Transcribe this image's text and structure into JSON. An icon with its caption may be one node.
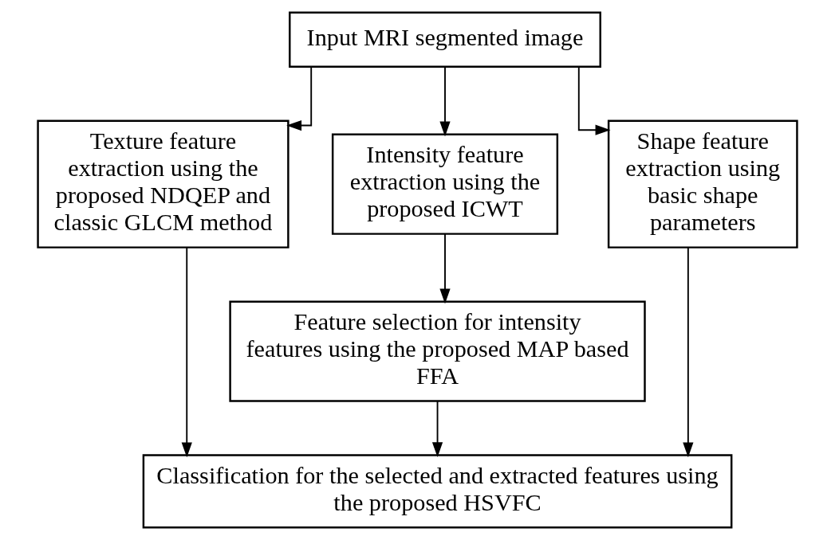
{
  "diagram": {
    "nodes": [
      {
        "text": [
          "Input MRI segmented image"
        ]
      },
      {
        "text": [
          "Texture feature extraction using the proposed NDQEP and classic GLCM method"
        ]
      },
      {
        "text": [
          "Intensity feature extraction using the proposed ICWT"
        ]
      },
      {
        "text": [
          "Shape feature extraction using basic shape parameters"
        ]
      },
      {
        "text": [
          "Feature selection for intensity features using the proposed MAP based FFA"
        ]
      },
      {
        "text": [
          "Classification for the selected and extracted features using the proposed HSVFC"
        ]
      }
    ],
    "edges": [
      {
        "from": 0,
        "to": 1,
        "arrow": "to"
      },
      {
        "from": 0,
        "to": 2,
        "arrow": "to"
      },
      {
        "from": 0,
        "to": 3,
        "arrow": "to"
      },
      {
        "from": 2,
        "to": 4,
        "arrow": "to"
      },
      {
        "from": 1,
        "to": 5,
        "arrow": "to"
      },
      {
        "from": 4,
        "to": 5,
        "arrow": "to"
      },
      {
        "from": 3,
        "to": 5,
        "arrow": "to"
      }
    ]
  }
}
